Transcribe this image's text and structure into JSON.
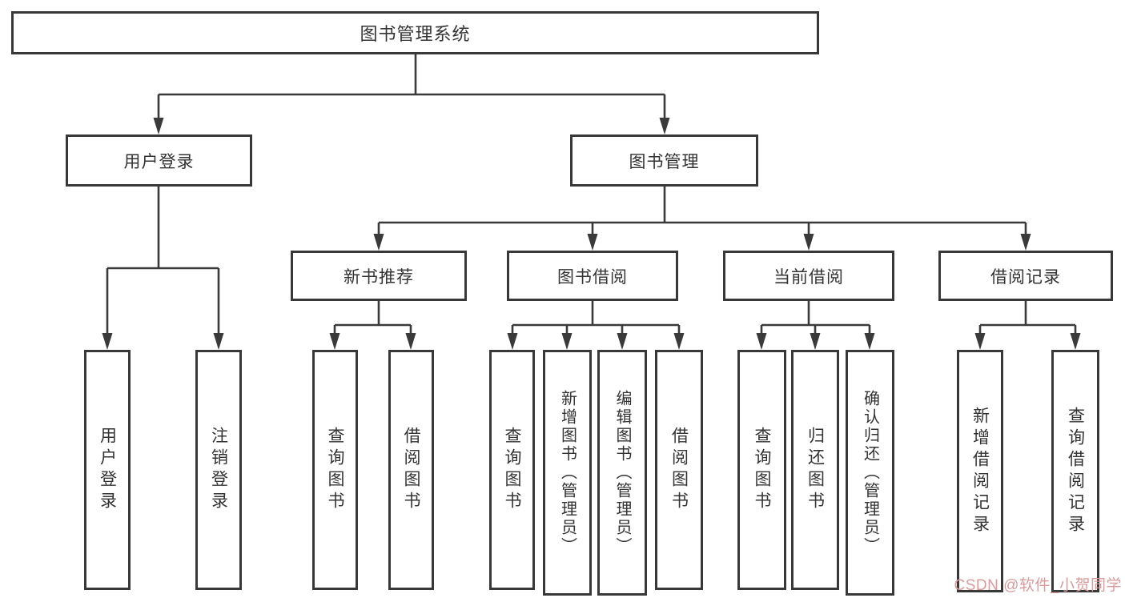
{
  "tree": {
    "label": "图书管理系统",
    "children": [
      {
        "label": "用户登录",
        "children": [
          {
            "label": "用户登录"
          },
          {
            "label": "注销登录"
          }
        ]
      },
      {
        "label": "图书管理",
        "children": [
          {
            "label": "新书推荐",
            "children": [
              {
                "label": "查询图书"
              },
              {
                "label": "借阅图书"
              }
            ]
          },
          {
            "label": "图书借阅",
            "children": [
              {
                "label": "查询图书"
              },
              {
                "label": "新增图书（管理员）"
              },
              {
                "label": "编辑图书（管理员）"
              },
              {
                "label": "借阅图书"
              }
            ]
          },
          {
            "label": "当前借阅",
            "children": [
              {
                "label": "查询图书"
              },
              {
                "label": "归还图书"
              },
              {
                "label": "确认归还（管理员）"
              }
            ]
          },
          {
            "label": "借阅记录",
            "children": [
              {
                "label": "新增借阅记录"
              },
              {
                "label": "查询借阅记录"
              }
            ]
          }
        ]
      }
    ]
  },
  "watermark": {
    "text": "CSDN @软件_小贺同学",
    "color": "#dc9a9a"
  },
  "colors": {
    "line": "#3a3a3a",
    "box_border": "#383838",
    "text": "#333333",
    "background": "#ffffff"
  }
}
